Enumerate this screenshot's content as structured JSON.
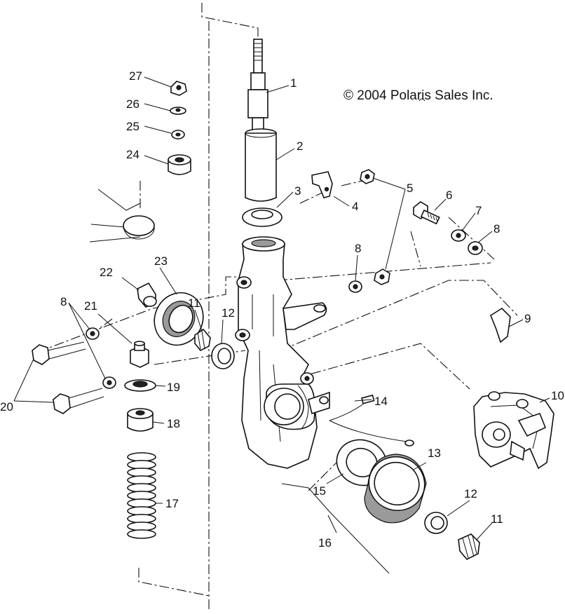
{
  "copyright": "© 2004 Polaris Sales Inc.",
  "callouts": [
    {
      "id": "c1",
      "label": "1"
    },
    {
      "id": "c2",
      "label": "2"
    },
    {
      "id": "c3",
      "label": "3"
    },
    {
      "id": "c4",
      "label": "4"
    },
    {
      "id": "c5",
      "label": "5"
    },
    {
      "id": "c6",
      "label": "6"
    },
    {
      "id": "c7",
      "label": "7"
    },
    {
      "id": "c8a",
      "label": "8"
    },
    {
      "id": "c8b",
      "label": "8"
    },
    {
      "id": "c8c",
      "label": "8"
    },
    {
      "id": "c9",
      "label": "9"
    },
    {
      "id": "c10",
      "label": "10"
    },
    {
      "id": "c11a",
      "label": "11"
    },
    {
      "id": "c11b",
      "label": "11"
    },
    {
      "id": "c12a",
      "label": "12"
    },
    {
      "id": "c12b",
      "label": "12"
    },
    {
      "id": "c13",
      "label": "13"
    },
    {
      "id": "c14",
      "label": "14"
    },
    {
      "id": "c15",
      "label": "15"
    },
    {
      "id": "c16",
      "label": "16"
    },
    {
      "id": "c17",
      "label": "17"
    },
    {
      "id": "c18",
      "label": "18"
    },
    {
      "id": "c19",
      "label": "19"
    },
    {
      "id": "c20",
      "label": "20"
    },
    {
      "id": "c21",
      "label": "21"
    },
    {
      "id": "c22",
      "label": "22"
    },
    {
      "id": "c23",
      "label": "23"
    },
    {
      "id": "c24",
      "label": "24"
    },
    {
      "id": "c25",
      "label": "25"
    },
    {
      "id": "c26",
      "label": "26"
    },
    {
      "id": "c27",
      "label": "27"
    }
  ]
}
